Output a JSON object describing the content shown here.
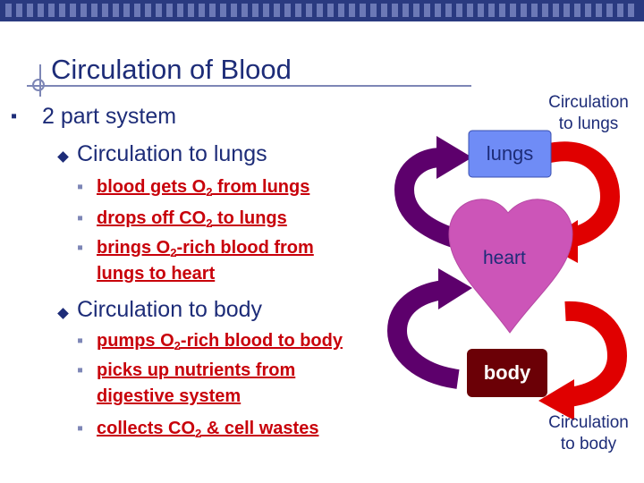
{
  "slide": {
    "title": "Circulation of Blood",
    "level1": "2 part system",
    "sections": [
      {
        "heading": "Circulation to lungs",
        "items": [
          {
            "parts": [
              "blood gets O",
              "2",
              " from lungs"
            ]
          },
          {
            "parts": [
              "drops off CO",
              "2",
              " to lungs"
            ]
          },
          {
            "parts": [
              "brings O",
              "2",
              "-rich blood from"
            ]
          },
          {
            "parts": [
              "lungs to heart"
            ]
          }
        ]
      },
      {
        "heading": "Circulation to body",
        "items": [
          {
            "parts": [
              "pumps O",
              "2",
              "-rich blood to body"
            ]
          },
          {
            "parts": [
              "picks up nutrients from"
            ]
          },
          {
            "parts": [
              "digestive system"
            ]
          },
          {
            "parts": [
              "collects CO",
              "2",
              " & cell wastes"
            ]
          }
        ]
      }
    ]
  },
  "diagram": {
    "caption_top": [
      "Circulation",
      "to lungs"
    ],
    "caption_bottom": [
      "Circulation",
      "to body"
    ],
    "lungs_label": "lungs",
    "heart_label": "heart",
    "body_label": "body"
  },
  "colors": {
    "title_blue": "#1d2c78",
    "bullet_red": "#c8000a",
    "lungs_box": "#6f8cf6",
    "heart": "#cc55b8",
    "body_box": "#6b0006",
    "arrow_purple": "#5d006c",
    "arrow_red": "#e00000"
  }
}
